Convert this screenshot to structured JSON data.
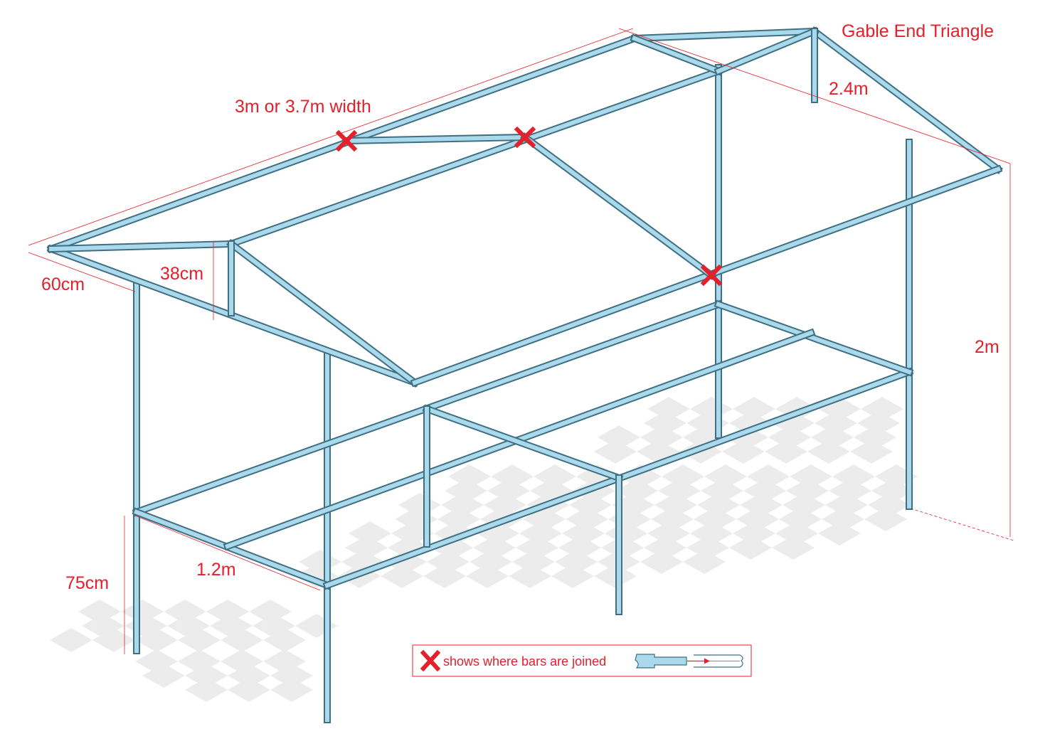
{
  "labels": {
    "gable": "Gable End Triangle",
    "width": "3m or 3.7m width",
    "depth_top": "2.4m",
    "overhang": "60cm",
    "gable_height": "38cm",
    "height": "2m",
    "counter_height": "75cm",
    "counter_depth": "1.2m"
  },
  "legend": {
    "text": "shows where bars are joined"
  },
  "colors": {
    "label": "#e4202a",
    "bar_outline": "#3f6f82",
    "bar_fill": "#a9d9ea",
    "floor_tile": "#ececec"
  }
}
